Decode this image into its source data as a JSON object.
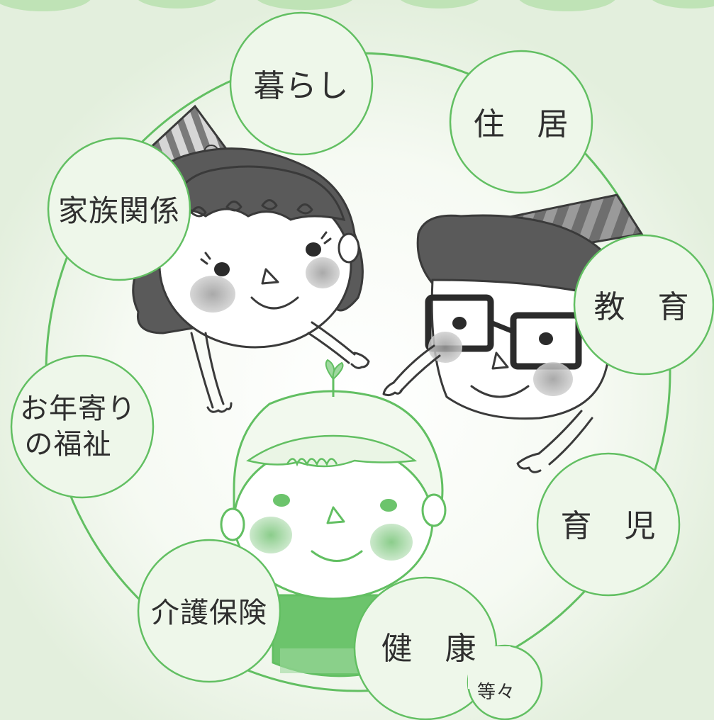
{
  "topics": [
    {
      "id": "kurashi",
      "lines": [
        "暮らし"
      ]
    },
    {
      "id": "jukyo",
      "lines": [
        "住　居"
      ]
    },
    {
      "id": "kazoku",
      "lines": [
        "家族関係"
      ]
    },
    {
      "id": "kyoiku",
      "lines": [
        "教　育"
      ]
    },
    {
      "id": "otoshiyori",
      "lines": [
        "お年寄り",
        "の福祉"
      ]
    },
    {
      "id": "ikuji",
      "lines": [
        "育　児"
      ]
    },
    {
      "id": "kaigo",
      "lines": [
        "介護保険"
      ]
    },
    {
      "id": "kenko",
      "lines": [
        "健　康"
      ]
    }
  ],
  "etc_label": "等々",
  "colors": {
    "bubble_fill": "#eef7ea",
    "bubble_stroke": "#62bf62",
    "ring": "#62bf62",
    "text": "#2f2f2f",
    "hair_gray": "#5a5a5a",
    "kid_green": "#6cc46c"
  }
}
